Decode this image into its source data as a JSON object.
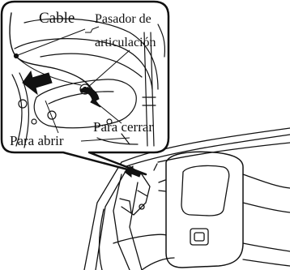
{
  "callout": {
    "labels": {
      "cable": "Cable",
      "pasador_line1": "Pasador de",
      "pasador_line2": "articulación",
      "para_abrir": "Para abrir",
      "para_cerrar": "Para cerrar"
    }
  },
  "icons": {
    "open_direction": "open-direction-arrow-icon",
    "close_direction": "close-direction-arrow-icon"
  },
  "colors": {
    "line": "#111111",
    "background": "#ffffff"
  }
}
